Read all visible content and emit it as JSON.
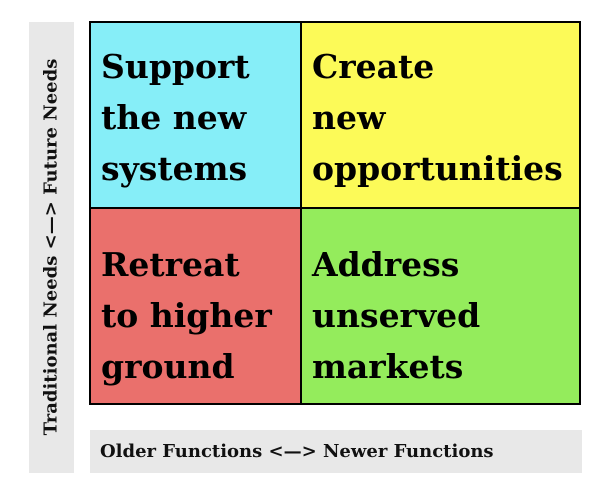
{
  "axes": {
    "y_label": "Traditional Needs <—> Future Needs",
    "x_label": "Older Functions <—> Newer Functions"
  },
  "quadrants": {
    "top_left": {
      "text": "Support\nthe new\nsystems",
      "color": "#86eef8"
    },
    "top_right": {
      "text": "Create\nnew\nopportunities",
      "color": "#fcfa58"
    },
    "bottom_left": {
      "text": "Retreat\nto higher\nground",
      "color": "#ea706c"
    },
    "bottom_right": {
      "text": "Address\nunserved\nmarkets",
      "color": "#94ec5c"
    }
  }
}
